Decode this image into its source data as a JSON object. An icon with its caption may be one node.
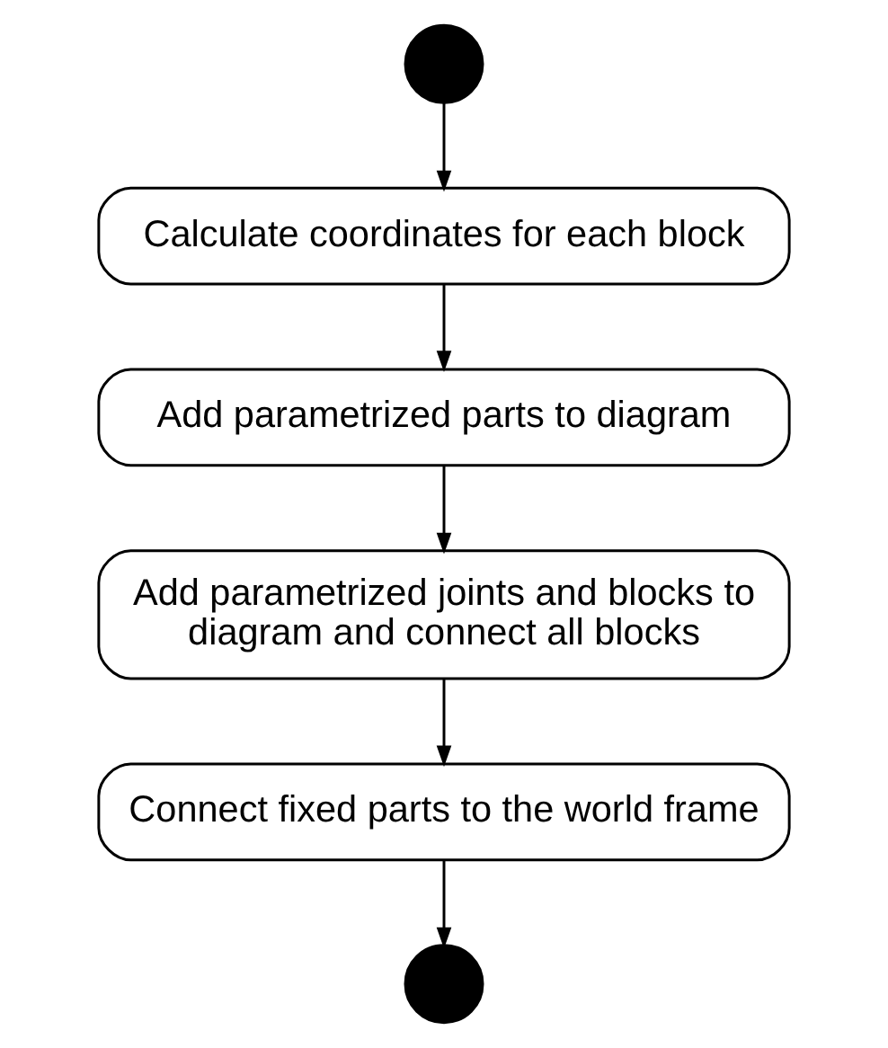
{
  "diagram": {
    "nodes": [
      {
        "text": [],
        "shape": "circle"
      },
      {
        "text": [
          "Calculate coordinates for each block"
        ]
      },
      {
        "text": [
          "Add parametrized parts to diagram"
        ]
      },
      {
        "text": [
          "Add parametrized joints and blocks to diagram and connect all blocks"
        ]
      },
      {
        "text": [
          "Connect fixed parts to the world frame"
        ]
      },
      {
        "text": [],
        "shape": "circle"
      }
    ],
    "edges": [
      {
        "from": 0,
        "to": 1,
        "arrow": "to"
      },
      {
        "from": 1,
        "to": 2,
        "arrow": "to"
      },
      {
        "from": 2,
        "to": 3,
        "arrow": "to"
      },
      {
        "from": 3,
        "to": 4,
        "arrow": "to"
      },
      {
        "from": 4,
        "to": 5,
        "arrow": "to"
      }
    ]
  }
}
